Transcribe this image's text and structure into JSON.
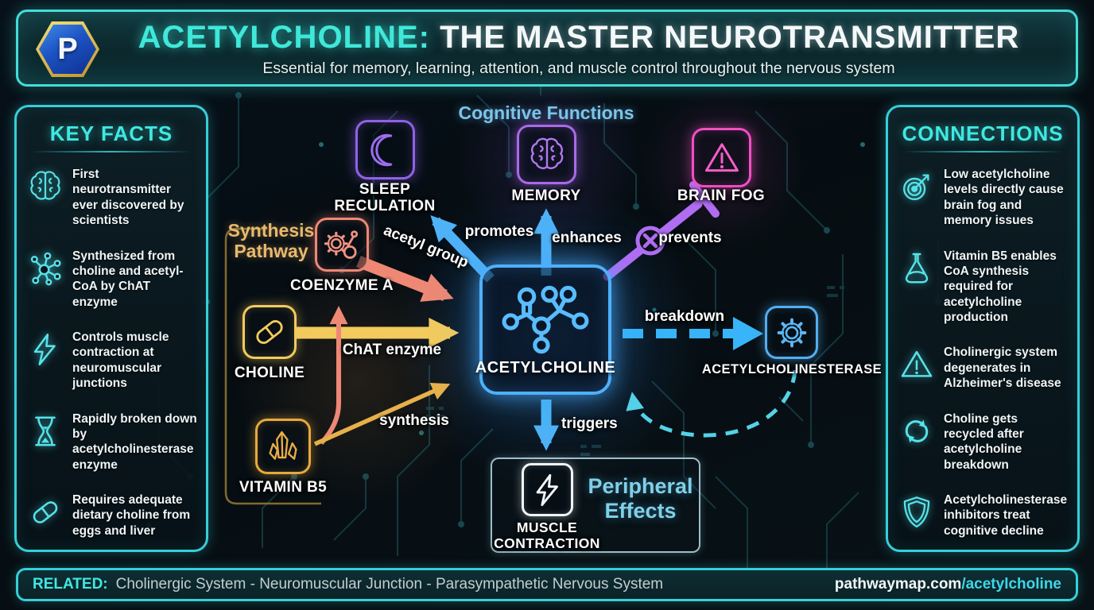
{
  "header": {
    "logo_letter": "P",
    "title_accent": "ACETYLCHOLINE:",
    "title_rest": " THE MASTER NEUROTRANSMITTER",
    "subtitle": "Essential for memory, learning, attention, and muscle control throughout the nervous system"
  },
  "key_facts": {
    "title": "KEY FACTS",
    "items": [
      {
        "icon": "brain-icon",
        "text": "First neurotransmitter ever discovered by scientists"
      },
      {
        "icon": "molecule-icon",
        "text": "Synthesized from choline and acetyl-CoA by ChAT enzyme"
      },
      {
        "icon": "lightning-icon",
        "text": "Controls muscle contraction at neuromuscular junctions"
      },
      {
        "icon": "hourglass-icon",
        "text": "Rapidly broken down by acetylcholinesterase enzyme"
      },
      {
        "icon": "pill-icon",
        "text": "Requires adequate dietary choline from eggs and liver"
      }
    ]
  },
  "connections": {
    "title": "CONNECTIONS",
    "items": [
      {
        "icon": "target-icon",
        "text": "Low acetylcholine levels directly cause brain fog and memory issues"
      },
      {
        "icon": "flask-icon",
        "text": "Vitamin B5 enables CoA synthesis required for acetylcholine production"
      },
      {
        "icon": "warning-icon",
        "text": "Cholinergic system degenerates in Alzheimer's disease"
      },
      {
        "icon": "recycle-icon",
        "text": "Choline gets recycled after acetylcholine breakdown"
      },
      {
        "icon": "shield-icon",
        "text": "Acetylcholinesterase inhibitors treat cognitive decline"
      }
    ]
  },
  "diagram": {
    "groups": {
      "cognitive": "Cognitive Functions",
      "synthesis": "Synthesis Pathway",
      "peripheral": "Peripheral Effects"
    },
    "nodes": {
      "sleep": {
        "label": "SLEEP RECULATION",
        "icon": "moon-icon"
      },
      "memory": {
        "label": "MEMORY",
        "icon": "brain-icon"
      },
      "brain_fog": {
        "label": "BRAIN FOG",
        "icon": "warning-icon"
      },
      "coenzyme_a": {
        "label": "COENZYME A",
        "icon": "gear-molecule-icon"
      },
      "choline": {
        "label": "CHOLINE",
        "icon": "pill-icon"
      },
      "vitamin_b5": {
        "label": "VITAMIN B5",
        "icon": "crystal-icon"
      },
      "acetylcholine": {
        "label": "ACETYLCHOLINE",
        "icon": "molecule-structure-icon"
      },
      "acetylcholinesterase": {
        "label": "ACETYLCHOLINESTERASE",
        "icon": "gear-icon"
      },
      "muscle": {
        "label": "MUSCLE CONTRACTION",
        "icon": "lightning-icon"
      }
    },
    "edges": {
      "promotes": {
        "label": "promotes",
        "color": "#4fb2f8",
        "style": "solid"
      },
      "enhances": {
        "label": "enhances",
        "color": "#4fb2f8",
        "style": "solid"
      },
      "prevents": {
        "label": "prevents",
        "color": "#b06df2",
        "style": "inhibition"
      },
      "acetyl_group": {
        "label": "acetyl group",
        "color": "#ee8875",
        "style": "solid"
      },
      "chat_enzyme": {
        "label": "ChAT enzyme",
        "color": "#f2ca5e",
        "style": "solid"
      },
      "synthesis": {
        "label": "synthesis",
        "color": "#e7b04a",
        "style": "solid"
      },
      "breakdown": {
        "label": "breakdown",
        "color": "#38b4f8",
        "style": "dashed"
      },
      "triggers": {
        "label": "triggers",
        "color": "#48b4f4",
        "style": "solid"
      }
    }
  },
  "footer": {
    "related_label": "RELATED:",
    "related_text": "Cholinergic System - Neuromuscular Junction - Parasympathetic Nervous System",
    "site": "pathwaymap.com",
    "site_path": "/acetylcholine"
  },
  "colors": {
    "accent_cyan": "#3fe8dc",
    "blue": "#4fb0ff",
    "purple": "#9d6cf0",
    "pink": "#f150c2",
    "salmon": "#ee8875",
    "yellow": "#f2ca5e",
    "gold": "#e7a93e",
    "sand": "#e9b96e",
    "light_blue": "#7cc4ea"
  }
}
